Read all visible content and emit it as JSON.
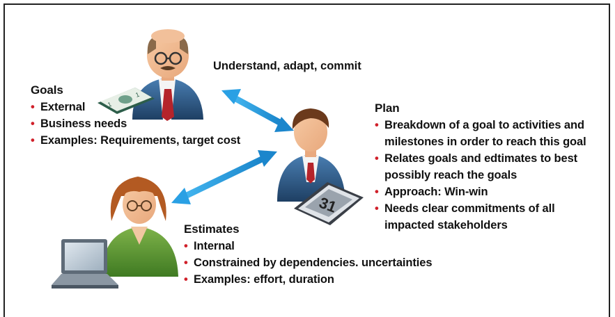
{
  "caption": "Understand, adapt, commit",
  "goals": {
    "title": "Goals",
    "items": [
      "External",
      "Business needs",
      "Examples: Requirements, target cost"
    ]
  },
  "plan": {
    "title": "Plan",
    "items": [
      "Breakdown of a goal to activities and milestones in order to reach this goal",
      "Relates goals and edtimates to best possibly reach the goals",
      "Approach: Win-win",
      "Needs clear commitments of all impacted stakeholders"
    ]
  },
  "estimates": {
    "title": "Estimates",
    "items": [
      "Internal",
      "Constrained by dependencies. uncertainties",
      "Examples: effort, duration"
    ]
  },
  "calendar_number": "31",
  "colors": {
    "bullet": "#d0202a",
    "arrow": "#1a8fd6",
    "suit": "#2f5a86",
    "tie": "#b5242b"
  }
}
